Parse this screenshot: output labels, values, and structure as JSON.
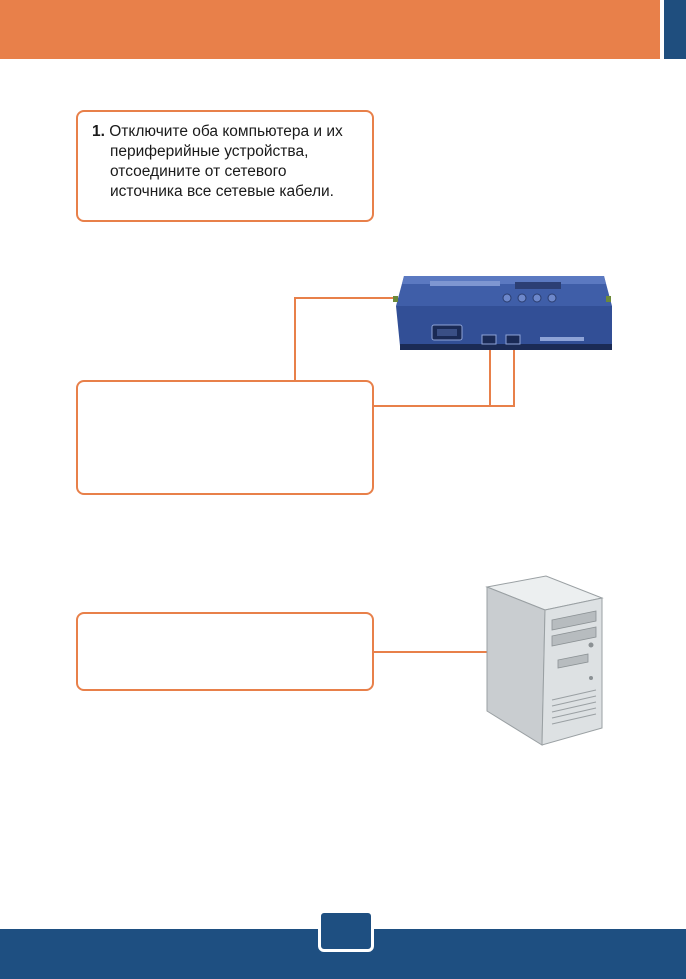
{
  "header": {
    "accent_color": "#e8804a",
    "tab_color": "#1f4e7e"
  },
  "step1": {
    "number": "1.",
    "lines": [
      "Отключите оба компьютера и их",
      "периферийные устройства,",
      "отсоедините от сетевого",
      "источника все сетевые кабели."
    ]
  },
  "footer": {
    "color": "#1e4f81",
    "page_number": ""
  },
  "images": {
    "kvm": "kvm-switch-device",
    "pc": "computer-tower"
  }
}
